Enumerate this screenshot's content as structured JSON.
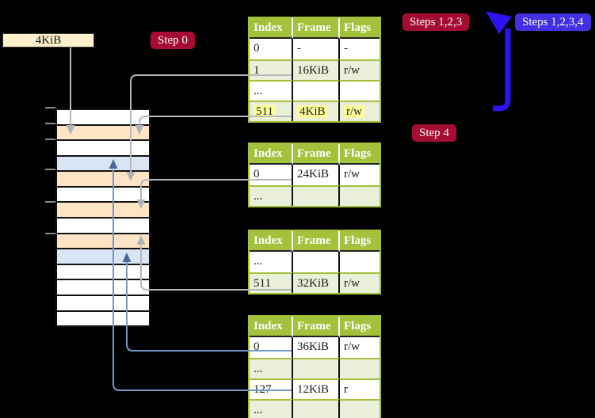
{
  "frame_label": "4KiB",
  "badges": [
    {
      "id": "step0",
      "text": "Step 0",
      "variant": "red"
    },
    {
      "id": "steps123",
      "text": "Steps 1,2,3",
      "variant": "red"
    },
    {
      "id": "steps1234",
      "text": "Steps 1,2,3,4",
      "variant": "blue"
    },
    {
      "id": "step4",
      "text": "Step 4",
      "variant": "red"
    }
  ],
  "page_tables": {
    "headers": [
      "Index",
      "Frame",
      "Flags"
    ],
    "tables": [
      {
        "name": "page-table-level4",
        "rows": [
          [
            "0",
            "-",
            "-"
          ],
          [
            "1",
            "16KiB",
            "r/w"
          ],
          [
            "...",
            "",
            ""
          ],
          [
            "511",
            "4KiB",
            "r/w"
          ]
        ],
        "highlight_row": 3
      },
      {
        "name": "page-table-level3",
        "rows": [
          [
            "0",
            "24KiB",
            "r/w"
          ],
          [
            "...",
            "",
            ""
          ]
        ],
        "highlight_row": null
      },
      {
        "name": "page-table-level2",
        "rows": [
          [
            "...",
            "",
            ""
          ],
          [
            "511",
            "32KiB",
            "r/w"
          ]
        ],
        "highlight_row": null
      },
      {
        "name": "page-table-level1",
        "rows": [
          [
            "0",
            "36KiB",
            "r/w"
          ],
          [
            "...",
            "",
            ""
          ],
          [
            "127",
            "12KiB",
            "r"
          ],
          [
            "...",
            "",
            ""
          ]
        ],
        "highlight_row": null
      }
    ]
  },
  "memory_column": {
    "rows": [
      "white",
      "peach",
      "white",
      "blue",
      "peach",
      "white",
      "peach",
      "white",
      "peach",
      "blue",
      "white",
      "white",
      "white",
      "white"
    ],
    "tick_count": 6
  },
  "colors": {
    "header_green": "#a3c13a",
    "row_green": "#e9efd8",
    "peach": "#fce4c4",
    "blue_row": "#d9e4f4",
    "cream": "#fdf0cd",
    "red_badge": "#a60c33",
    "blue_badge": "#4330e4",
    "highlight": "#feff9b",
    "gray_line": "#b5b8bd",
    "blue_line": "#7398cc",
    "big_arrow": "#2b13ef"
  }
}
